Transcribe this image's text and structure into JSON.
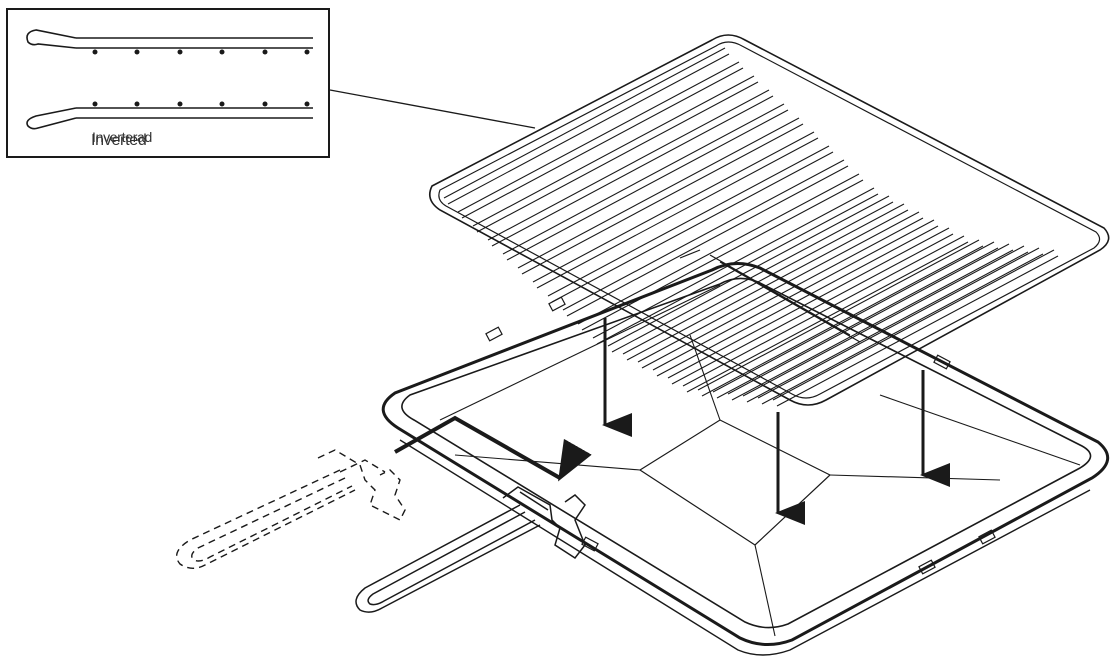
{
  "diagram": {
    "subject": "oven grill rack placed into roasting pan with detachable handle",
    "colors": {
      "line": "#1a1a1a",
      "background": "#ffffff"
    },
    "inset": {
      "label_primary": "Inverted",
      "label_secondary": "Inverterad",
      "rails": 2,
      "pegs_per_rail": 6
    },
    "rack": {
      "wire_count": 26
    },
    "arrows": {
      "down_count": 3,
      "handle_insert_count": 1
    }
  }
}
